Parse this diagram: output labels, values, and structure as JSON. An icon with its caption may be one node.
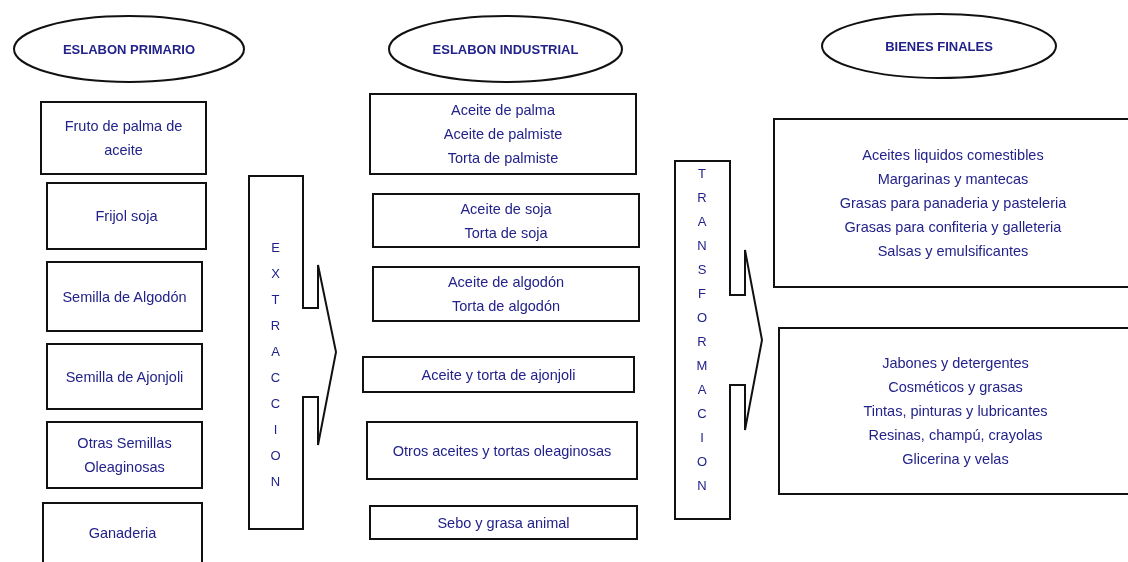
{
  "diagram": {
    "nodes": [
      {
        "text": [
          "ESLABON PRIMARIO"
        ]
      },
      {
        "text": [
          "ESLABON INDUSTRIAL"
        ]
      },
      {
        "text": [
          "BIENES FINALES"
        ]
      },
      {
        "text": [
          "Fruto de palma de aceite"
        ]
      },
      {
        "text": [
          "Frijol soja"
        ]
      },
      {
        "text": [
          "Semilla de Algodón"
        ]
      },
      {
        "text": [
          "Semilla de Ajonjoli"
        ]
      },
      {
        "text": [
          "Otras Semillas Oleaginosas"
        ]
      },
      {
        "text": [
          "Ganaderia"
        ]
      },
      {
        "text": [
          "EXTRACCION"
        ]
      },
      {
        "text": [
          "Aceite de palma",
          "Aceite de palmiste",
          "Torta de palmiste"
        ]
      },
      {
        "text": [
          "Aceite de soja",
          "Torta de soja"
        ]
      },
      {
        "text": [
          "Aceite de algodón",
          "Torta de algodón"
        ]
      },
      {
        "text": [
          "Aceite y torta de ajonjoli"
        ]
      },
      {
        "text": [
          "Otros aceites y tortas oleaginosas"
        ]
      },
      {
        "text": [
          "Sebo y grasa animal"
        ]
      },
      {
        "text": [
          "TRANSFORMACION"
        ]
      },
      {
        "text": [
          "Aceites liquidos comestibles",
          "Margarinas y mantecas",
          "Grasas para panaderia y pasteleria",
          "Grasas para confiteria y galleteria",
          "Salsas y emulsificantes"
        ]
      },
      {
        "text": [
          "Jabones y detergentes",
          "Cosméticos y grasas",
          "Tintas, pinturas y lubricantes",
          "Resinas, champú, crayolas",
          "Glicerina y velas"
        ]
      }
    ]
  }
}
